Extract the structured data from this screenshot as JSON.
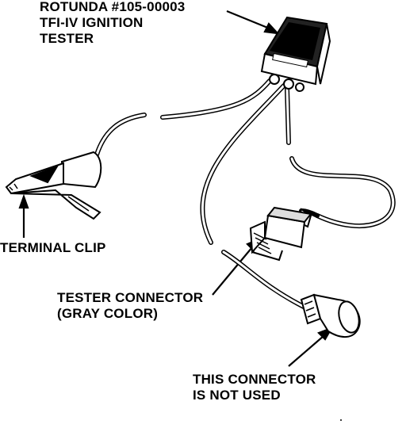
{
  "labels": {
    "tester": {
      "line1": "ROTUNDA #105-00003",
      "line2": "TFI-IV IGNITION",
      "line3": "TESTER"
    },
    "terminal_clip": "TERMINAL CLIP",
    "tester_connector": {
      "line1": "TESTER CONNECTOR",
      "line2": "(GRAY COLOR)"
    },
    "unused_connector": {
      "line1": "THIS CONNECTOR",
      "line2": "IS NOT USED"
    }
  }
}
